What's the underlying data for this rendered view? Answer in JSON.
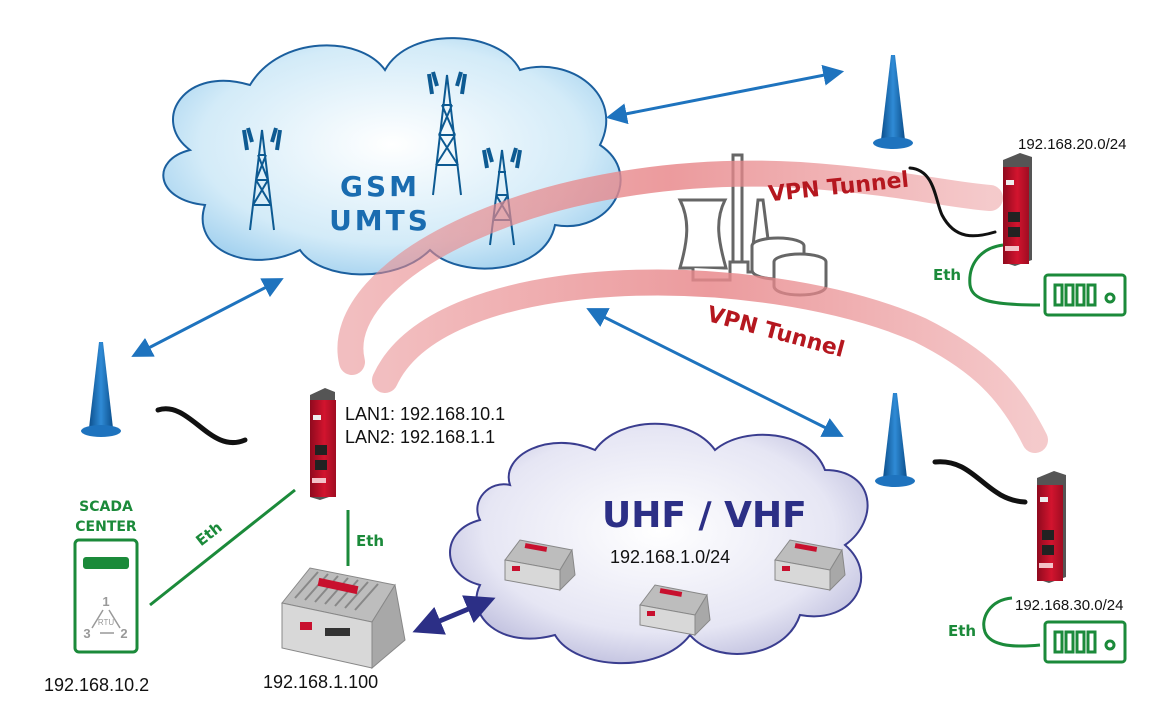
{
  "clouds": {
    "gsm": {
      "line1": "GSM",
      "line2": "UMTS"
    },
    "uhf": {
      "title": "UHF / VHF",
      "subnet": "192.168.1.0/24"
    }
  },
  "vpn_tunnels": [
    "VPN Tunnel",
    "VPN Tunnel"
  ],
  "central_router": {
    "lan1": "LAN1: 192.168.10.1",
    "lan2": "LAN2: 192.168.1.1"
  },
  "remote_sites": [
    {
      "subnet": "192.168.20.0/24",
      "eth_label": "Eth"
    },
    {
      "subnet": "192.168.30.0/24",
      "eth_label": "Eth"
    }
  ],
  "scada": {
    "line1": "SCADA",
    "line2": "CENTER",
    "ip": "192.168.10.2",
    "eth_label": "Eth",
    "rtu_label": "RTU",
    "rtu_nodes": [
      "1",
      "2",
      "3"
    ]
  },
  "radio_modem": {
    "ip": "192.168.1.100",
    "eth_label": "Eth"
  },
  "colors": {
    "accent_blue": "#1e73be",
    "tunnel_red": "#e8898c",
    "eth_green": "#1b8a3a",
    "router_red": "#c8102e",
    "uhf_navy": "#2c2f86"
  }
}
